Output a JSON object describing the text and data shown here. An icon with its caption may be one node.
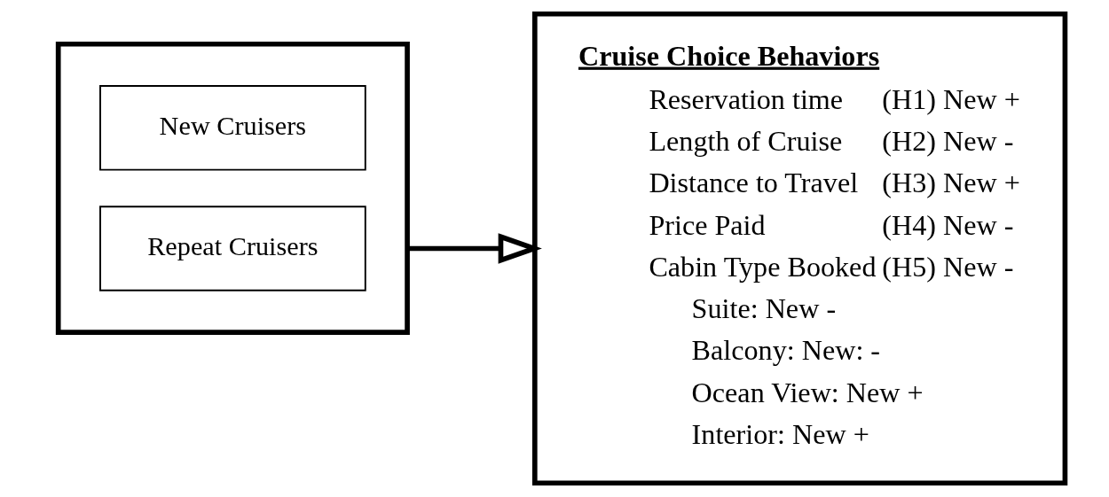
{
  "diagram": {
    "nodes": [
      {
        "text": [],
        "shape": "box"
      },
      {
        "text": [
          "New Cruisers"
        ],
        "in": 0
      },
      {
        "text": [
          "Repeat Cruisers"
        ],
        "in": 0
      },
      {
        "text": [
          "Cruise Choice Behaviors",
          "Reservation time",
          "(H1) New +",
          "Length of Cruise",
          "(H2) New -",
          "Distance to Travel",
          "(H3) New +",
          "Price Paid",
          "(H4) New -",
          "Cabin Type Booked",
          "(H5) New -",
          "Suite: New -",
          "Balcony: New: -",
          "Ocean View: New +",
          "Interior: New +"
        ]
      }
    ],
    "edges": [
      {
        "from": 0,
        "to": 3,
        "arrow": "to"
      }
    ]
  }
}
